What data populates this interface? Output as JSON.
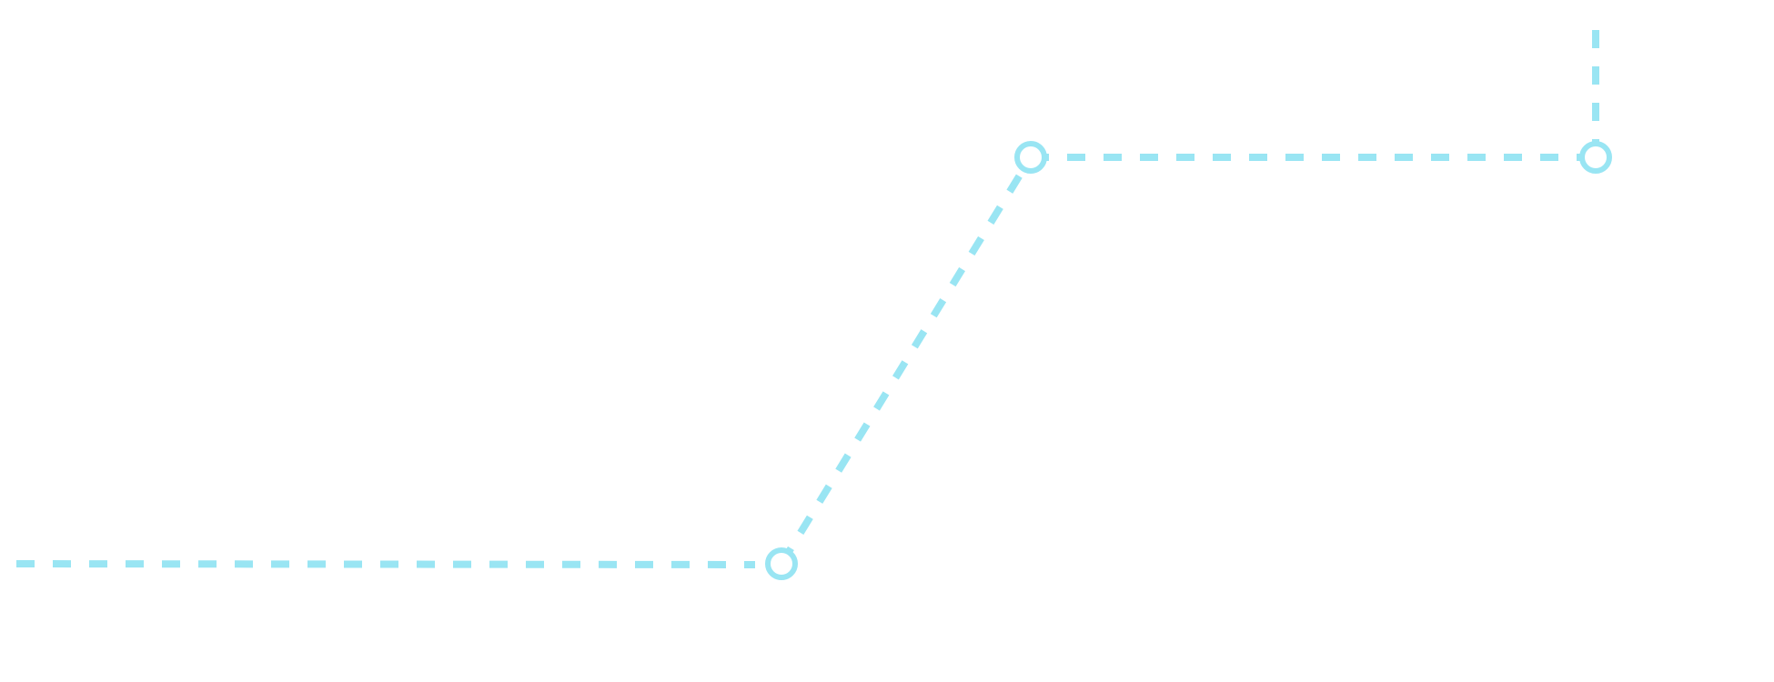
{
  "diagram": {
    "line_color": "#99e5f3",
    "background": "#ffffff",
    "line_style": "dashed",
    "node_shape": "hollow-circle",
    "segments": [
      {
        "name": "path-segment-left-horizontal"
      },
      {
        "name": "path-segment-diagonal"
      },
      {
        "name": "path-segment-top-horizontal"
      },
      {
        "name": "path-segment-right-vertical"
      }
    ],
    "nodes": [
      {
        "name": "path-node-bottom"
      },
      {
        "name": "path-node-middle"
      },
      {
        "name": "path-node-right"
      }
    ]
  }
}
